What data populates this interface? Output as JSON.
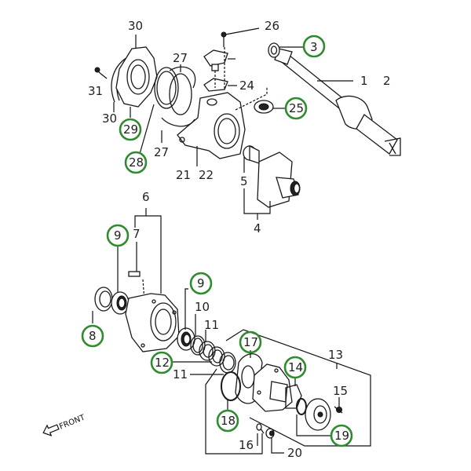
{
  "diagram": {
    "type": "exploded-parts-diagram",
    "highlight_color": "#2e8b2e",
    "direction_indicator": {
      "label": "FRONT",
      "icon": "arrow-left-icon"
    },
    "callouts": [
      {
        "id": "1",
        "text": "1",
        "highlighted": false
      },
      {
        "id": "2",
        "text": "2",
        "highlighted": false
      },
      {
        "id": "3",
        "text": "3",
        "highlighted": true
      },
      {
        "id": "4",
        "text": "4",
        "highlighted": false
      },
      {
        "id": "5",
        "text": "5",
        "highlighted": false
      },
      {
        "id": "6",
        "text": "6",
        "highlighted": false
      },
      {
        "id": "7",
        "text": "7",
        "highlighted": false
      },
      {
        "id": "8",
        "text": "8",
        "highlighted": true
      },
      {
        "id": "9a",
        "text": "9",
        "highlighted": true
      },
      {
        "id": "9b",
        "text": "9",
        "highlighted": true
      },
      {
        "id": "10",
        "text": "10",
        "highlighted": false
      },
      {
        "id": "11a",
        "text": "11",
        "highlighted": false
      },
      {
        "id": "11b",
        "text": "11",
        "highlighted": false
      },
      {
        "id": "12",
        "text": "12",
        "highlighted": true
      },
      {
        "id": "13",
        "text": "13",
        "highlighted": false
      },
      {
        "id": "14",
        "text": "14",
        "highlighted": true
      },
      {
        "id": "15",
        "text": "15",
        "highlighted": false
      },
      {
        "id": "16",
        "text": "16",
        "highlighted": false
      },
      {
        "id": "17",
        "text": "17",
        "highlighted": true
      },
      {
        "id": "18",
        "text": "18",
        "highlighted": true
      },
      {
        "id": "19",
        "text": "19",
        "highlighted": true
      },
      {
        "id": "20",
        "text": "20",
        "highlighted": false
      },
      {
        "id": "21",
        "text": "21",
        "highlighted": false
      },
      {
        "id": "22",
        "text": "22",
        "highlighted": false
      },
      {
        "id": "24",
        "text": "24",
        "highlighted": false
      },
      {
        "id": "25",
        "text": "25",
        "highlighted": true
      },
      {
        "id": "26",
        "text": "26",
        "highlighted": false
      },
      {
        "id": "27a",
        "text": "27",
        "highlighted": false
      },
      {
        "id": "27b",
        "text": "27",
        "highlighted": false
      },
      {
        "id": "28",
        "text": "28",
        "highlighted": true
      },
      {
        "id": "29",
        "text": "29",
        "highlighted": true
      },
      {
        "id": "30a",
        "text": "30",
        "highlighted": false
      },
      {
        "id": "30b",
        "text": "30",
        "highlighted": false
      },
      {
        "id": "31",
        "text": "31",
        "highlighted": false
      }
    ]
  }
}
